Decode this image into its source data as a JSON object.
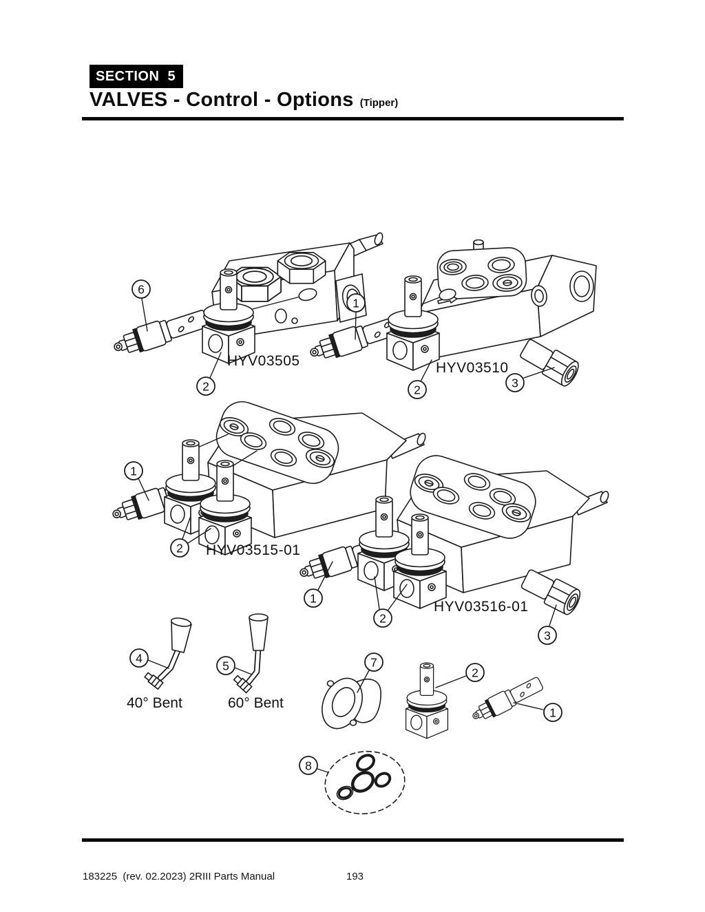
{
  "page": {
    "section_badge": "SECTION  5",
    "title": "VALVES - Control - Options",
    "title_suffix": "(Tipper)",
    "footer_left": "183225  (rev. 02.2023) 2RIII Parts Manual",
    "footer_page": "193"
  },
  "assemblies": {
    "a1": "HYV03505",
    "a2": "HYV03510",
    "a3": "HYV03515-01",
    "a4": "HYV03516-01"
  },
  "parts": {
    "handle40": "40° Bent",
    "handle60": "60° Bent"
  },
  "callouts": {
    "v05_6": "6",
    "v05_2": "2",
    "v10_1": "1",
    "v10_2": "2",
    "v10_3": "3",
    "v15_1": "1",
    "v15_2": "2",
    "v16_1": "1",
    "v16_2": "2",
    "v16_3": "3",
    "handle40": "4",
    "handle60": "5",
    "boot": "7",
    "minivalve": "2",
    "cartridge": "1",
    "sealkit": "8"
  },
  "colors": {
    "line": "#1b1b1b",
    "badge_bg": "#000000",
    "badge_text": "#ffffff"
  }
}
